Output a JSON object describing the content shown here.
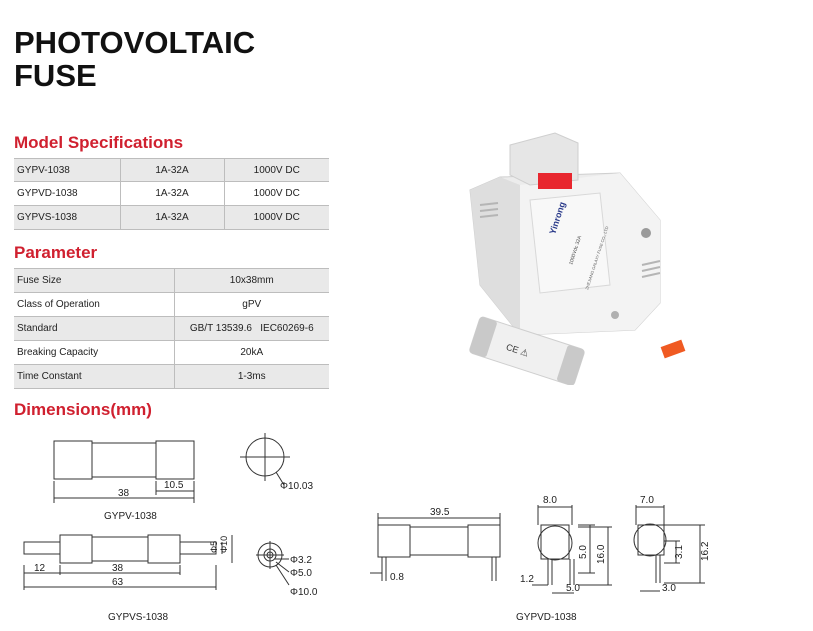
{
  "title": {
    "line1": "PHOTOVOLTAIC",
    "line2": "FUSE"
  },
  "model_specifications": {
    "heading": "Model Specifications",
    "rows": [
      {
        "model": "GYPV-1038",
        "current": "1A-32A",
        "voltage": "1000V DC"
      },
      {
        "model": "GYPVD-1038",
        "current": "1A-32A",
        "voltage": "1000V DC"
      },
      {
        "model": "GYPVS-1038",
        "current": "1A-32A",
        "voltage": "1000V DC"
      }
    ]
  },
  "parameter": {
    "heading": "Parameter",
    "rows": [
      {
        "label": "Fuse Size",
        "value": "10x38mm"
      },
      {
        "label": "Class of Operation",
        "value": "gPV"
      },
      {
        "label": "Standard",
        "value": "GB/T 13539.6   IEC60269-6"
      },
      {
        "label": "Breaking Capacity",
        "value": "20kA"
      },
      {
        "label": "Time Constant",
        "value": "1-3ms"
      }
    ]
  },
  "dimensions": {
    "heading": "Dimensions(mm)",
    "gypv": {
      "caption": "GYPV-1038",
      "length": "38",
      "cap": "10.5",
      "diameter": "Φ10.03"
    },
    "gypvs": {
      "caption": "GYPVS-1038",
      "pin": "12",
      "body": "38",
      "total": "63",
      "d_small": "Φ5",
      "d_large": "Φ10",
      "c1": "Φ3.2",
      "c2": "Φ5.0",
      "c3": "Φ10.0"
    },
    "gypvd": {
      "caption": "GYPVD-1038",
      "length": "39.5",
      "pin_offset": "0.8",
      "top1": "8.0",
      "h1": "5.0",
      "h2": "16.0",
      "w1": "1.2",
      "w2": "5.0",
      "top2": "7.0",
      "h3": "3.1",
      "h4": "16.2",
      "w3": "3.0"
    }
  },
  "product_text": {
    "brand": "Yinrong",
    "rating": "1000Vdc 32A",
    "maker": "ZHEJIANG GALAXY FUSE CO., LTD"
  }
}
